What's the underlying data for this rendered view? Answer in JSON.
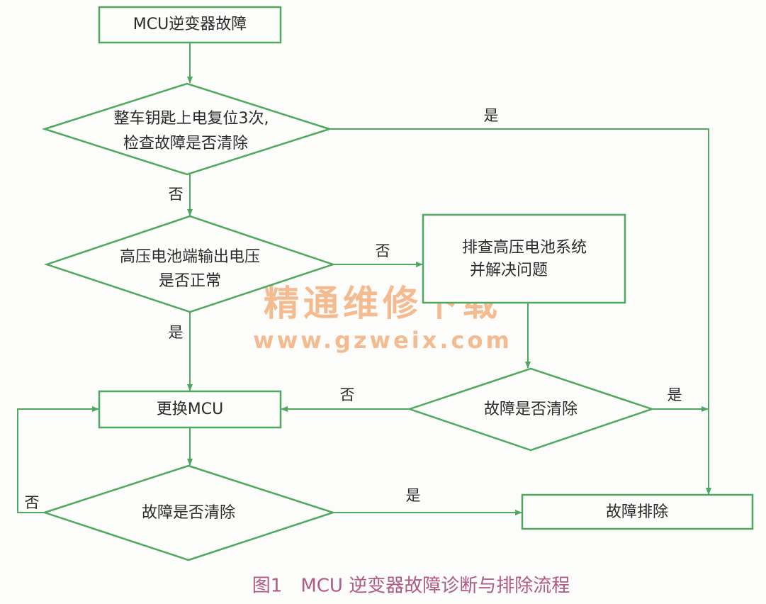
{
  "nodes": {
    "start": "MCU逆变器故障",
    "check_reset_l1": "整车钥匙上电复位3次,",
    "check_reset_l2": "检查故障是否清除",
    "check_voltage_l1": "高压电池端输出电压",
    "check_voltage_l2": "是否正常",
    "battery_fix_l1": "排查高压电池系统",
    "battery_fix_l2": "并解决问题",
    "check_cleared_right": "故障是否清除",
    "replace_mcu": "更换MCU",
    "check_cleared_bottom": "故障是否清除",
    "resolved": "故障排除"
  },
  "edge_labels": {
    "reset_yes": "是",
    "reset_no": "否",
    "voltage_no": "否",
    "voltage_yes": "是",
    "right_no": "否",
    "right_yes": "是",
    "bottom_no": "否",
    "bottom_yes": "是"
  },
  "caption": "图1　MCU 逆变器故障诊断与排除流程",
  "watermark": {
    "title": "精通维修下载",
    "url": "www.gzweix.com"
  },
  "colors": {
    "line": "#4fa860",
    "caption": "#b05a86",
    "watermark": "#f4b07e"
  }
}
